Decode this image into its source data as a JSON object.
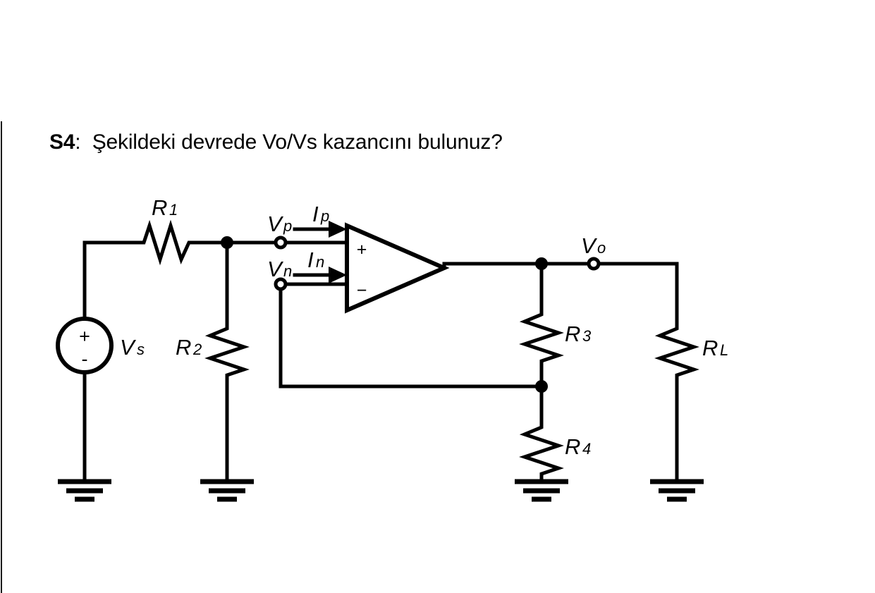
{
  "page": {
    "title_prefix": "S4",
    "title_separator": ":",
    "title_text": "Şekildeki devrede Vo/Vs kazancını bulunuz?",
    "background_color": "#ffffff",
    "ink_color": "#000000"
  },
  "circuit": {
    "type": "non-inverting-opamp-amplifier",
    "source": {
      "name": "Vs",
      "label_main": "V",
      "label_sub": "s",
      "polarity_plus": "+",
      "polarity_minus": "-"
    },
    "opamp": {
      "plus_terminal": "+",
      "minus_terminal": "−"
    },
    "nodes": [
      {
        "name": "Vp",
        "label_main": "V",
        "label_sub": "p",
        "kind": "open-terminal"
      },
      {
        "name": "Vn",
        "label_main": "V",
        "label_sub": "n",
        "kind": "open-terminal"
      },
      {
        "name": "Vo",
        "label_main": "V",
        "label_sub": "o",
        "kind": "open-terminal"
      }
    ],
    "currents": [
      {
        "name": "Ip",
        "label_main": "I",
        "label_sub": "p",
        "direction": "right"
      },
      {
        "name": "In",
        "label_main": "I",
        "label_sub": "n",
        "direction": "right"
      }
    ],
    "resistors": [
      {
        "name": "R1",
        "label_main": "R",
        "label_sub": "1",
        "orientation": "horizontal"
      },
      {
        "name": "R2",
        "label_main": "R",
        "label_sub": "2",
        "orientation": "vertical"
      },
      {
        "name": "R3",
        "label_main": "R",
        "label_sub": "3",
        "orientation": "vertical"
      },
      {
        "name": "R4",
        "label_main": "R",
        "label_sub": "4",
        "orientation": "vertical"
      },
      {
        "name": "RL",
        "label_main": "R",
        "label_sub": "L",
        "orientation": "vertical"
      }
    ],
    "grounds": 4
  }
}
